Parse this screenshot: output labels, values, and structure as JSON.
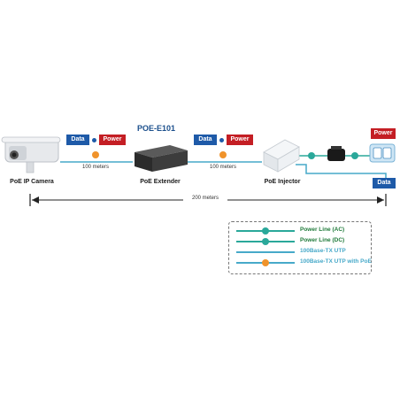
{
  "title": "POE-E101",
  "devices": {
    "camera": "PoE IP Camera",
    "extender": "PoE Extender",
    "injector": "PoE Injector"
  },
  "tags": {
    "data": "Data",
    "power": "Power"
  },
  "distances": {
    "segment1": "100 meters",
    "segment2": "100 meters",
    "total": "200 meters"
  },
  "legend": {
    "items": [
      {
        "label": "Power Line (AC)",
        "color": "#2aa89a",
        "dot": "#2aa89a",
        "text_color": "#1f7a3a"
      },
      {
        "label": "Power Line (DC)",
        "color": "#2aa89a",
        "dot": "#2aa89a",
        "text_color": "#1f7a3a"
      },
      {
        "label": "100Base-TX UTP",
        "color": "#47a9c9",
        "dot": null,
        "text_color": "#47a9c9"
      },
      {
        "label": "100Base-TX UTP with PoE",
        "color": "#47a9c9",
        "dot": "#f0932b",
        "text_color": "#47a9c9"
      }
    ]
  },
  "colors": {
    "utp": "#47a9c9",
    "poe_dot": "#f0932b",
    "power_line": "#2aa89a",
    "data_tag": "#1e5aa8",
    "power_tag": "#c41e24"
  }
}
